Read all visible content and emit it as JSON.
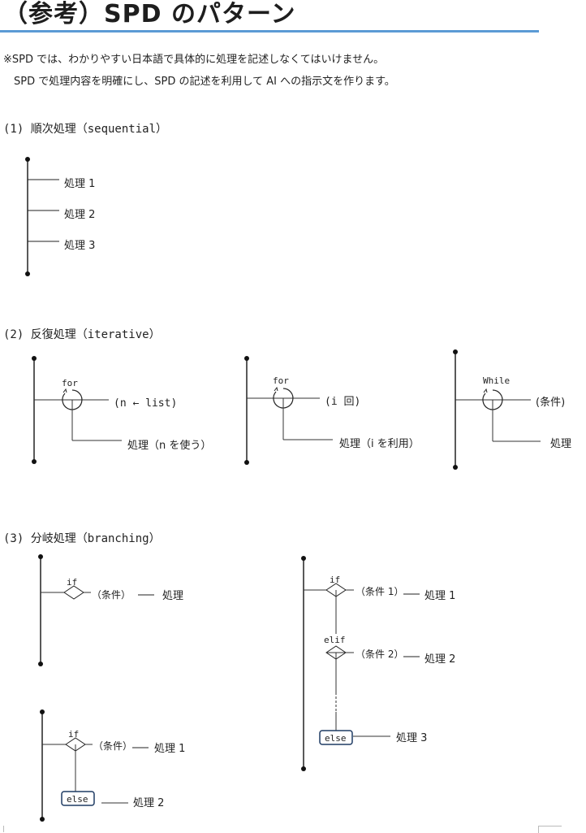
{
  "title": "（参考）SPD のパターン",
  "notes": [
    "※SPD では、わかりやすい日本語で具体的に処理を記述しなくてはいけません。",
    "　SPD で処理内容を明確にし、SPD の記述を利用して AI への指示文を作ります。"
  ],
  "accent_color": "#5b9bd5",
  "sections": {
    "sequential": {
      "heading": "(1) 順次処理（sequential）",
      "steps": [
        "処理 1",
        "処理 2",
        "処理 3"
      ]
    },
    "iterative": {
      "heading": "(2) 反復処理（iterative）",
      "loops": [
        {
          "keyword": "for",
          "condition": "(n ← list)",
          "body": "処理（n を使う）"
        },
        {
          "keyword": "for",
          "condition": "(i 回)",
          "body": "処理（i を利用）"
        },
        {
          "keyword": "While",
          "condition": "(条件)",
          "body": "処理"
        }
      ]
    },
    "branching": {
      "heading": "(3) 分岐処理（branching）",
      "if_simple": {
        "keyword": "if",
        "condition": "（条件）",
        "dash": "—",
        "body": "処理"
      },
      "if_else": {
        "keyword": "if",
        "condition": "（条件）",
        "dash": "—",
        "body": "処理 1",
        "else_keyword": "else",
        "else_body": "処理 2"
      },
      "if_elif_else": {
        "if_keyword": "if",
        "if_condition": "（条件 1）",
        "if_body": "処理 1",
        "elif_keyword": "elif",
        "elif_condition": "（条件 2）",
        "elif_body": "処理 2",
        "else_keyword": "else",
        "else_body": "処理 3",
        "dash": "—"
      }
    }
  }
}
